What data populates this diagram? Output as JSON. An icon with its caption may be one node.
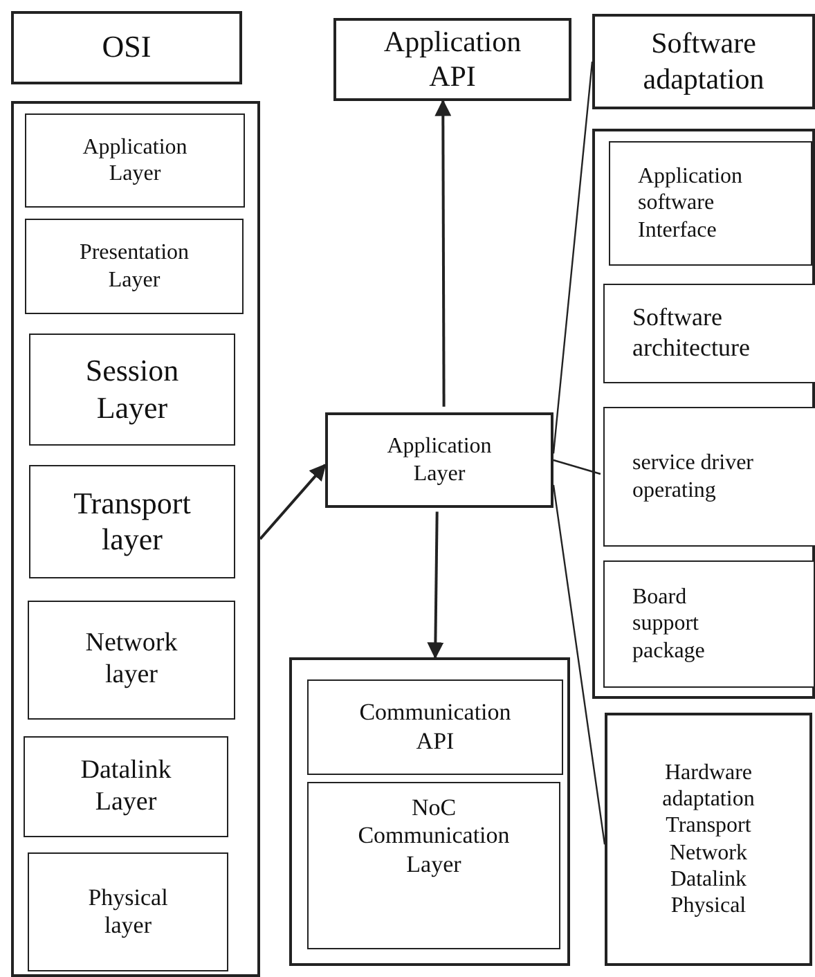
{
  "diagram": {
    "nodes": [
      {
        "text": [
          "OSI"
        ]
      },
      {
        "text": [],
        "shape": "box"
      },
      {
        "text": [
          "Application Layer"
        ],
        "in": 1
      },
      {
        "text": [
          "Presentation Layer"
        ],
        "in": 1
      },
      {
        "text": [
          "Session Layer"
        ],
        "in": 1
      },
      {
        "text": [
          "Transport layer"
        ],
        "in": 1
      },
      {
        "text": [
          "Network layer"
        ],
        "in": 1
      },
      {
        "text": [
          "Datalink Layer"
        ],
        "in": 1
      },
      {
        "text": [
          "Physical layer"
        ],
        "in": 1
      },
      {
        "text": [
          "Application API"
        ]
      },
      {
        "text": [
          "Application Layer"
        ]
      },
      {
        "text": [
          "Software adaptation"
        ]
      },
      {
        "text": [],
        "shape": "box"
      },
      {
        "text": [
          "Application software Interface"
        ],
        "in": 12
      },
      {
        "text": [
          "Software architecture"
        ],
        "in": 12
      },
      {
        "text": [
          "service driver operating"
        ],
        "in": 12
      },
      {
        "text": [
          "Board support package"
        ],
        "in": 12
      },
      {
        "text": [],
        "shape": "box"
      },
      {
        "text": [
          "Communication API"
        ],
        "in": 17
      },
      {
        "text": [
          "NoC Communication Layer"
        ],
        "in": 17
      },
      {
        "text": [
          "Hardware adaptation Transport Network Datalink Physical"
        ]
      }
    ],
    "edges": [
      {
        "from": 1,
        "to": 10,
        "arrow": "to"
      },
      {
        "from": 10,
        "to": 9,
        "arrow": "to"
      },
      {
        "from": 10,
        "to": 17,
        "arrow": "to"
      },
      {
        "from": 10,
        "to": 11,
        "arrow": "none"
      },
      {
        "from": 10,
        "to": 15,
        "arrow": "none"
      },
      {
        "from": 10,
        "to": 20,
        "arrow": "none"
      }
    ]
  }
}
